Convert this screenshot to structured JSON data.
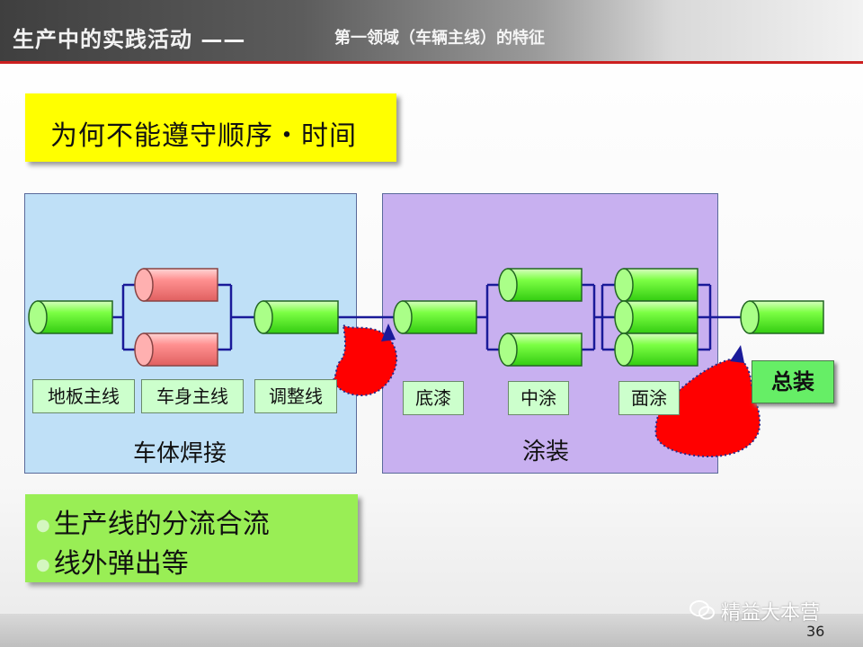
{
  "header": {
    "title": "生产中的实践活动",
    "dash": "——",
    "subtitle": "第一领域（车辆主线）的特征"
  },
  "question": "为何不能遵守顺序・时间",
  "sections": {
    "welding": {
      "title": "车体焊接",
      "lines": [
        "地板主线",
        "车身主线",
        "调整线"
      ]
    },
    "painting": {
      "title": "涂装",
      "lines": [
        "底漆",
        "中涂",
        "面涂"
      ]
    },
    "assembly": "总装"
  },
  "notes": [
    "生产线的分流合流",
    "线外弹出等"
  ],
  "brand": "精益大本营",
  "page_number": "36",
  "colors": {
    "header_accent": "#cc1f1f",
    "question_bg": "#ffff00",
    "welding_bg": "#bfe0f7",
    "painting_bg": "#c8b0f0",
    "cylinder_green": "#66ff33",
    "cylinder_red": "#ff8080",
    "connector": "#1a1a99",
    "blob": "#ff0000",
    "note_bg": "#99ee55"
  }
}
